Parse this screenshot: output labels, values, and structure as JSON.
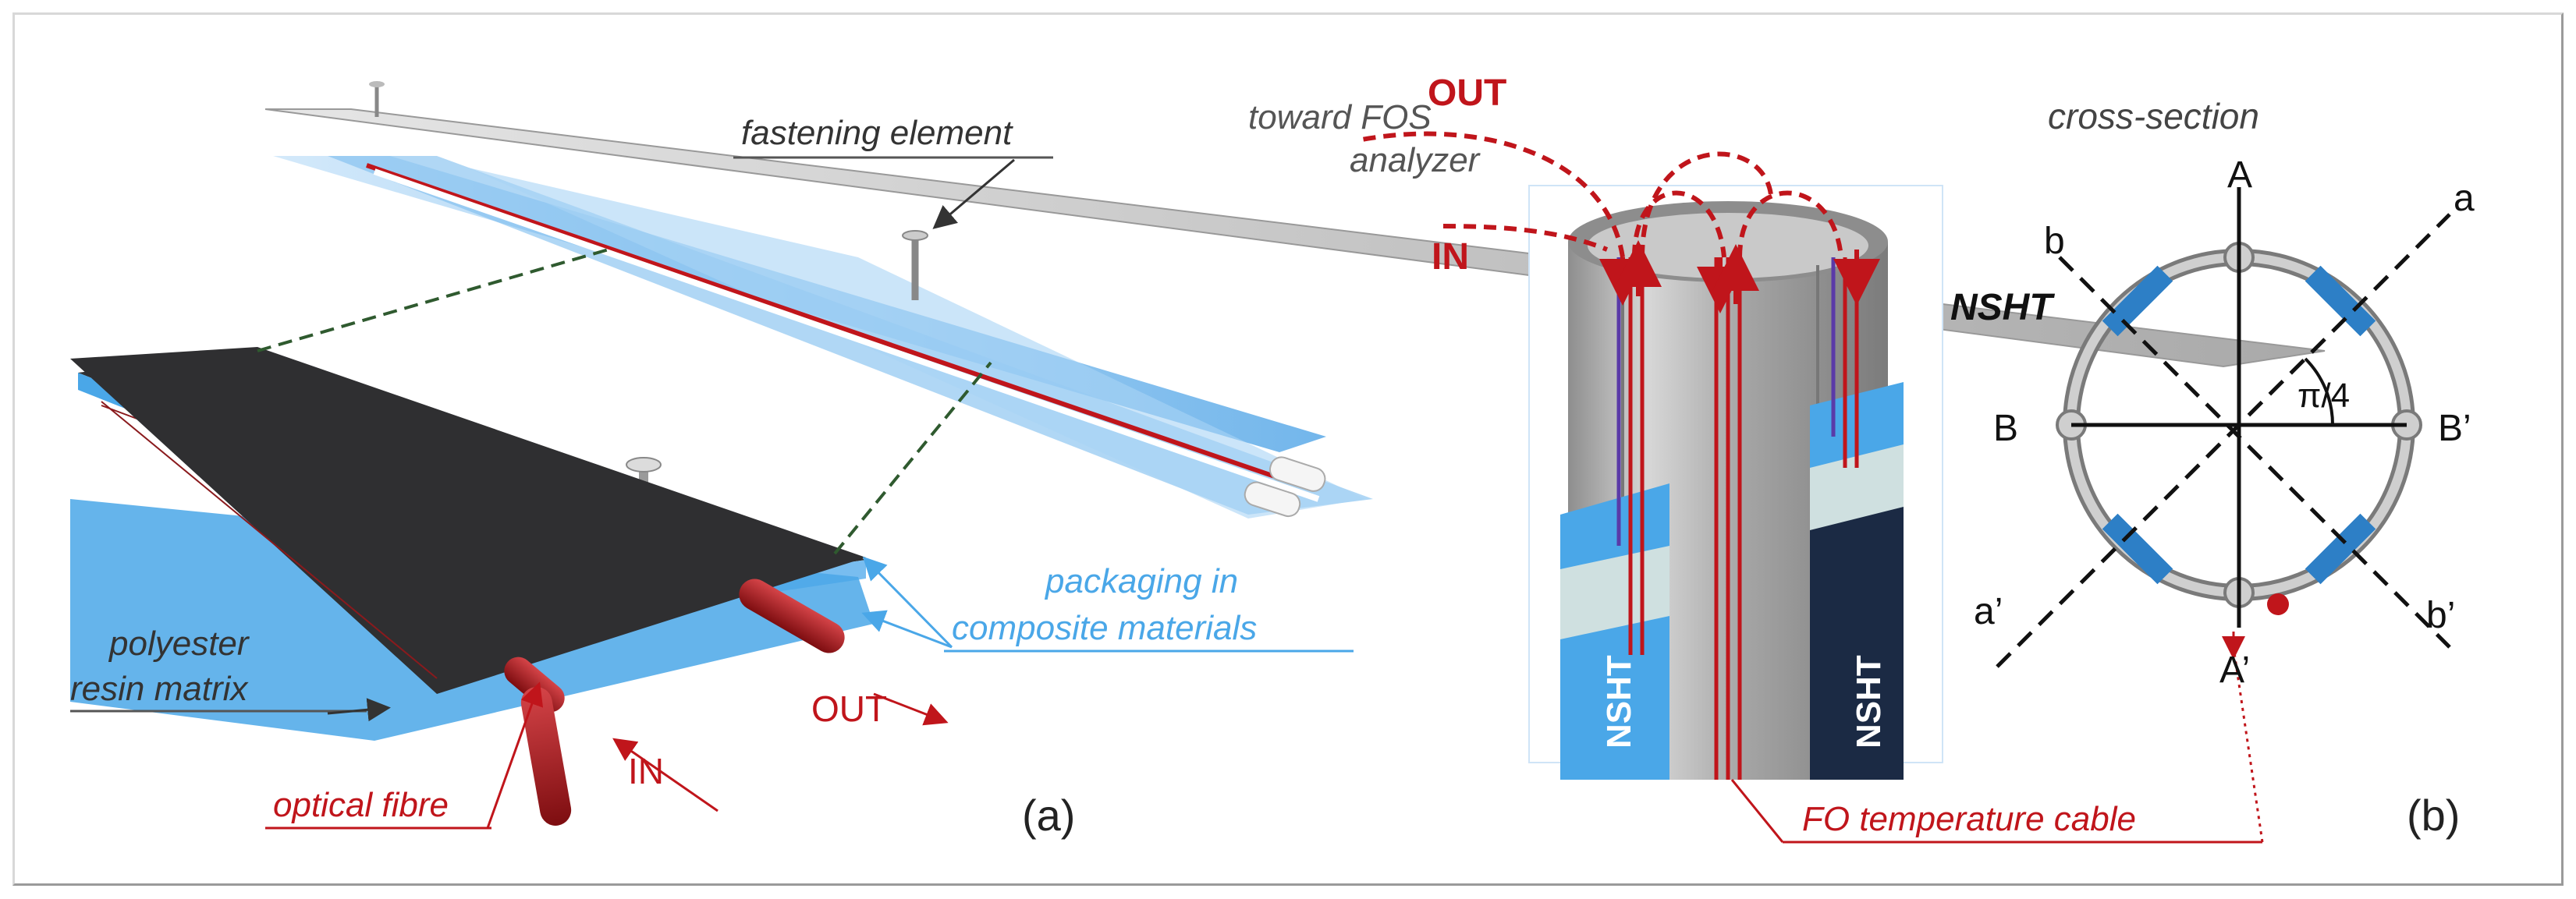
{
  "panel_a": {
    "fastening_element": "fastening element",
    "packaging_line1": "packaging in",
    "packaging_line2": "composite materials",
    "resin_line1": "polyester",
    "resin_line2": "resin matrix",
    "optical_fibre": "optical fibre",
    "out_label": "OUT",
    "in_label": "IN",
    "panel_letter": "(a)"
  },
  "panel_b": {
    "toward_line1": "toward FOS",
    "toward_line2": "analyzer",
    "out_label": "OUT",
    "in_label": "IN",
    "nsht_left": "NSHT",
    "nsht_right": "NSHT",
    "fo_cable": "FO temperature cable",
    "cross_section_title": "cross-section",
    "nsht_cross": "NSHT",
    "axis_A": "A",
    "axis_A_prime": "A’",
    "axis_B": "B",
    "axis_B_prime": "B’",
    "axis_a": "a",
    "axis_a_prime": "a’",
    "axis_b": "b",
    "axis_b_prime": "b’",
    "angle": "π/4",
    "panel_letter": "(b)"
  },
  "colors": {
    "red": "#c0151b",
    "blue": "#4aa7e8",
    "dark_plate": "#2f2f31",
    "grey_plate": "#bdbdbd",
    "navy": "#1b2a44"
  }
}
